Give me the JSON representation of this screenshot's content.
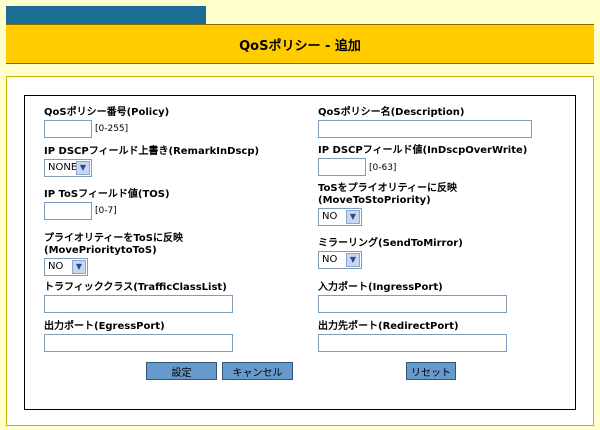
{
  "header": {
    "title": "QoSポリシー - 追加"
  },
  "form": {
    "policy": {
      "label": "QoSポリシー番号(Policy)",
      "value": "",
      "hint": "[0-255]"
    },
    "description": {
      "label": "QoSポリシー名(Description)",
      "value": ""
    },
    "remark_in_dscp": {
      "label": "IP DSCPフィールド上書き(RemarkInDscp)",
      "selected": "NONE"
    },
    "in_dscp_overwrite": {
      "label": "IP DSCPフィールド値(InDscpOverWrite)",
      "value": "",
      "hint": "[0-63]"
    },
    "tos": {
      "label": "IP ToSフィールド値(TOS)",
      "value": "",
      "hint": "[0-7]"
    },
    "move_tos_to_priority": {
      "label_line1": "ToSをプライオリティーに反映",
      "label_line2": "(MoveToStoPriority)",
      "selected": "NO"
    },
    "move_priority_to_tos": {
      "label_line1": "プライオリティーをToSに反映",
      "label_line2": "(MovePrioritytoToS)",
      "selected": "NO"
    },
    "send_to_mirror": {
      "label": "ミラーリング(SendToMirror)",
      "selected": "NO"
    },
    "traffic_class_list": {
      "label": "トラフィッククラス(TrafficClassList)",
      "value": ""
    },
    "ingress_port": {
      "label": "入力ポート(IngressPort)",
      "value": ""
    },
    "egress_port": {
      "label": "出力ポート(EgressPort)",
      "value": ""
    },
    "redirect_port": {
      "label": "出力先ポート(RedirectPort)",
      "value": ""
    }
  },
  "buttons": {
    "submit": "設定",
    "cancel": "キャンセル",
    "reset": "リセット"
  },
  "colors": {
    "header_bg": "#ffcc00",
    "tab_bg": "#1a6e94",
    "page_bg": "#ffffcc",
    "button_bg": "#6699cc"
  }
}
